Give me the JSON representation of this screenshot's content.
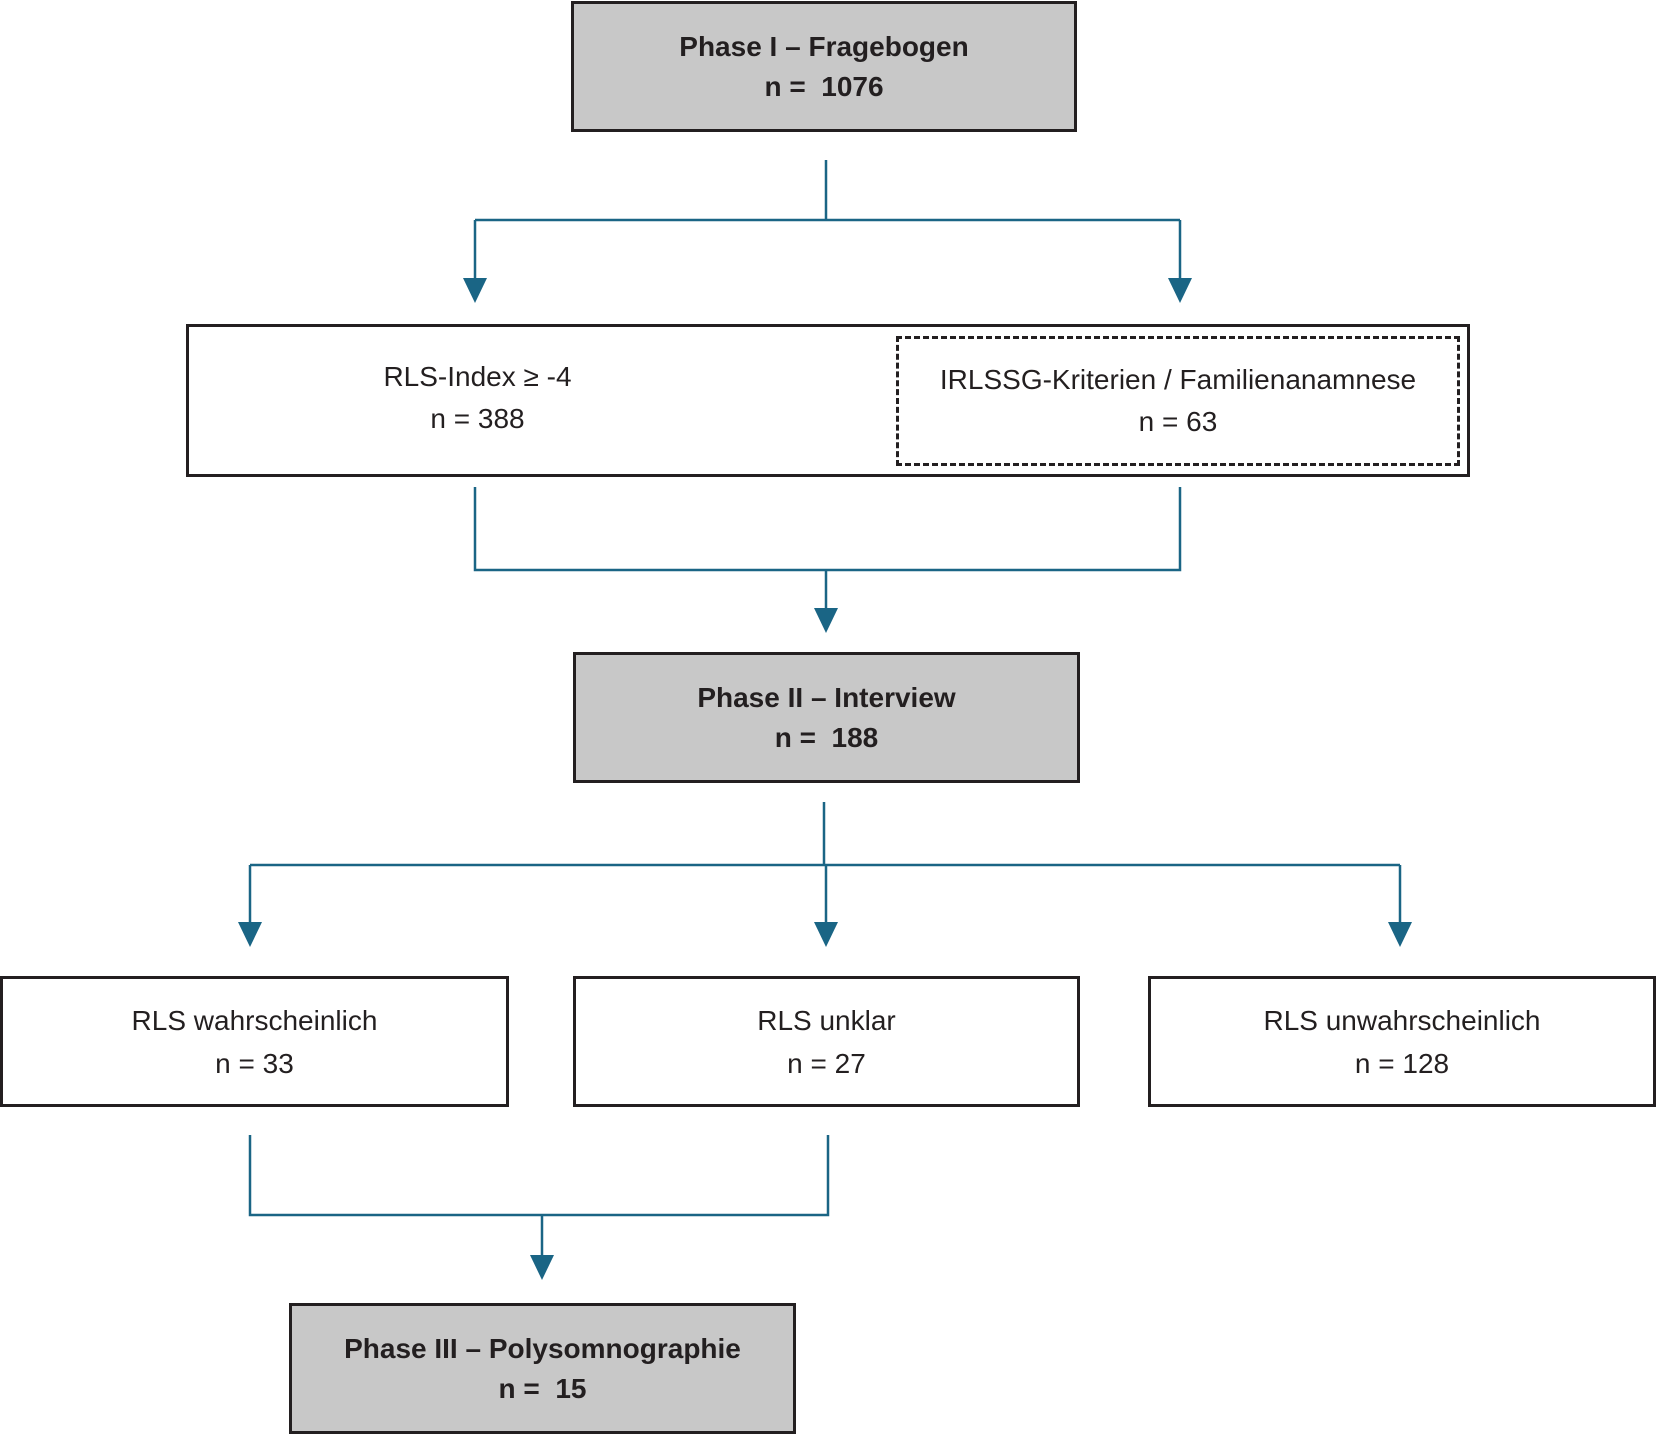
{
  "phase1": {
    "title": "Phase I – Fragebogen",
    "count": "n =  1076"
  },
  "screening": {
    "left": {
      "title": "RLS-Index ≥ -4",
      "count": "n = 388"
    },
    "right": {
      "title": "IRLSSG-Kriterien / Familienanamnese",
      "count": "n = 63"
    }
  },
  "phase2": {
    "title": "Phase II – Interview",
    "count": "n =  188"
  },
  "outcomes": [
    {
      "title": "RLS wahrscheinlich",
      "count": "n = 33"
    },
    {
      "title": "RLS unklar",
      "count": "n = 27"
    },
    {
      "title": "RLS unwahrscheinlich",
      "count": "n = 128"
    }
  ],
  "phase3": {
    "title": "Phase III – Polysomnographie",
    "count": "n =  15"
  },
  "colors": {
    "connector": "#1a6585",
    "phase_fill": "#c8c8c8",
    "border": "#231f20"
  }
}
